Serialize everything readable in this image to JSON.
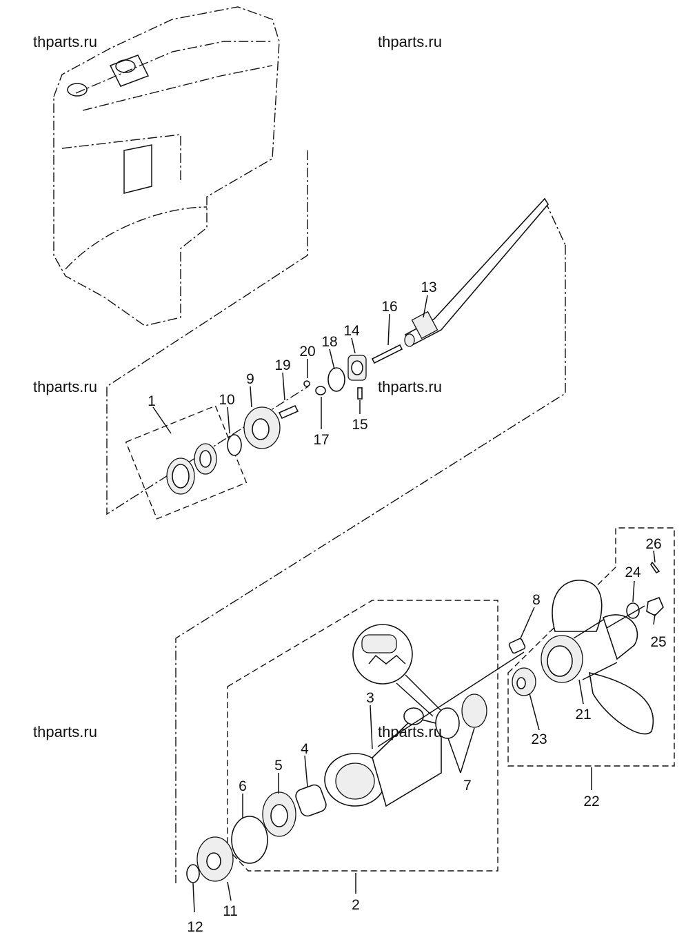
{
  "watermarks": [
    "thparts.ru",
    "thparts.ru",
    "thparts.ru",
    "thparts.ru",
    "thparts.ru",
    "thparts.ru"
  ],
  "labels": {
    "p1": "1",
    "p2": "2",
    "p3": "3",
    "p4": "4",
    "p5": "5",
    "p6": "6",
    "p7": "7",
    "p8": "8",
    "p9": "9",
    "p10": "10",
    "p11": "11",
    "p12": "12",
    "p13": "13",
    "p14": "14",
    "p15": "15",
    "p16": "16",
    "p17": "17",
    "p18": "18",
    "p19": "19",
    "p20": "20",
    "p21": "21",
    "p22": "22",
    "p23": "23",
    "p24": "24",
    "p25": "25",
    "p26": "26"
  }
}
